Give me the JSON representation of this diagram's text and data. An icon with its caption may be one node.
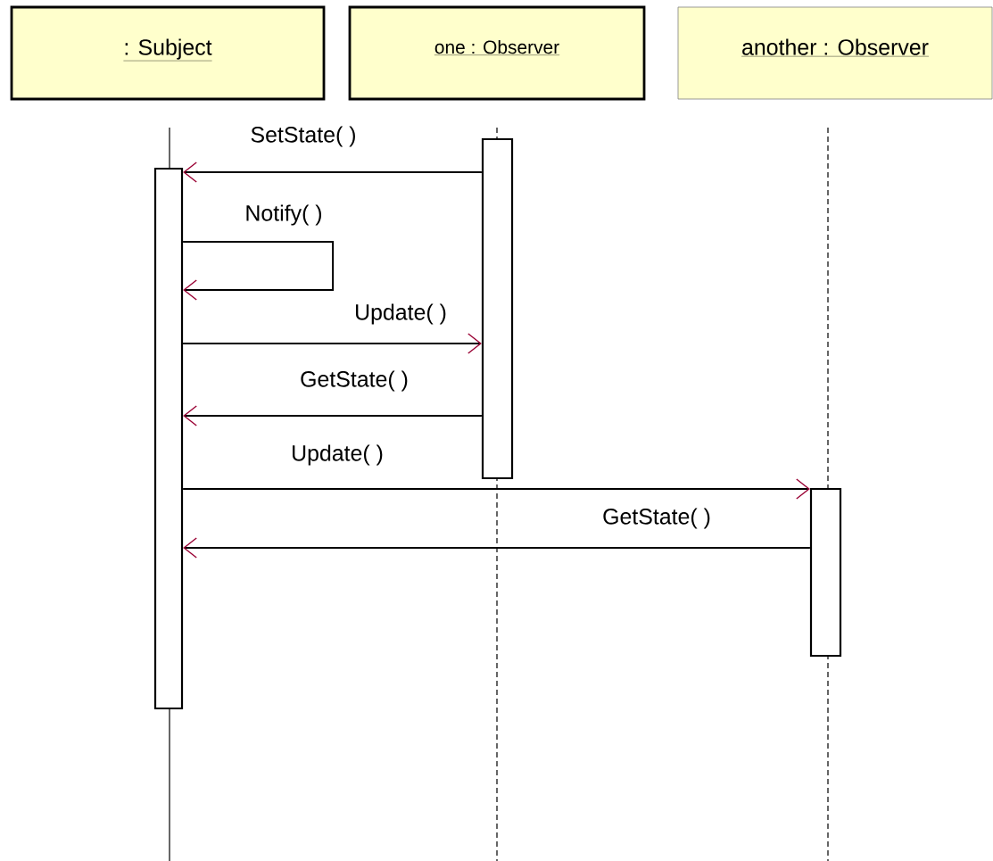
{
  "diagram": {
    "nodes": [
      {
        "text": [
          ": Subject"
        ]
      },
      {
        "text": [
          "one : Observer"
        ]
      },
      {
        "text": [
          "another : Observer"
        ]
      },
      {
        "text": [],
        "shape": "bar"
      },
      {
        "text": [],
        "shape": "bar"
      },
      {
        "text": [],
        "shape": "bar"
      }
    ],
    "edges": [
      {
        "from": 4,
        "to": 3,
        "arrow": "to",
        "label": "SetState( )"
      },
      {
        "from": 3,
        "to": 3,
        "arrow": "to",
        "label": "Notify( )"
      },
      {
        "from": 3,
        "to": 4,
        "arrow": "to",
        "label": "Update( )"
      },
      {
        "from": 4,
        "to": 3,
        "arrow": "to",
        "label": "GetState( )"
      },
      {
        "from": 3,
        "to": 5,
        "arrow": "to",
        "label": "Update( )"
      },
      {
        "from": 5,
        "to": 3,
        "arrow": "to",
        "label": "GetState( )"
      }
    ]
  }
}
